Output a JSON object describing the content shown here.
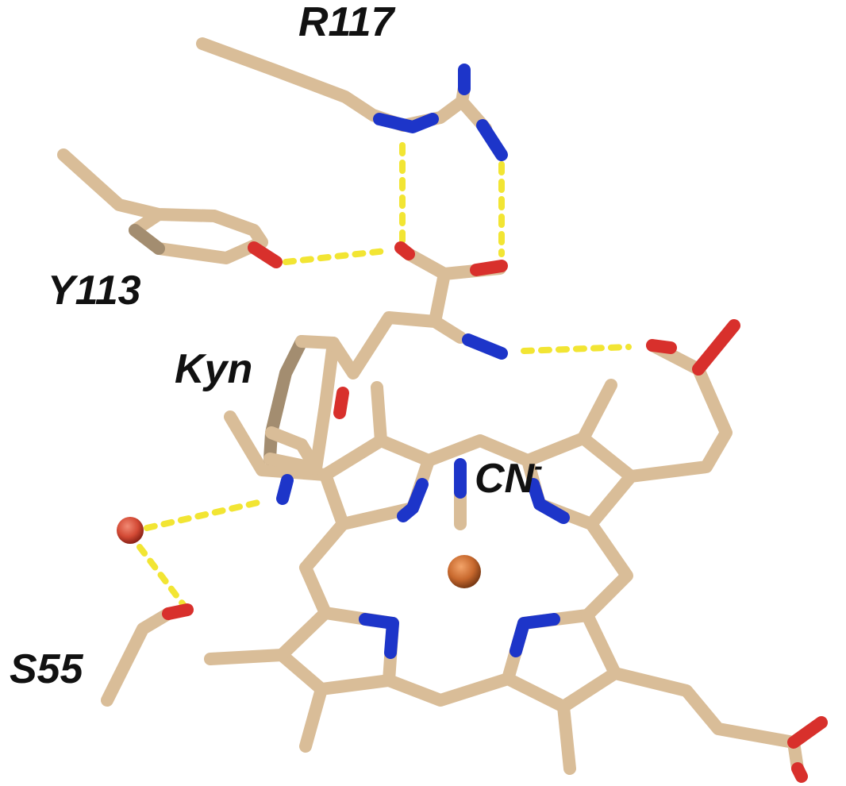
{
  "labels": {
    "r117": "R117",
    "y113": "Y113",
    "kyn": "Kyn",
    "cn": "CN",
    "cn_charge": "-",
    "s55": "S55"
  },
  "colors": {
    "carbon": "#d9bd98",
    "carbon_shade": "#a38d70",
    "nitrogen": "#1d35c9",
    "oxygen": "#d8302c",
    "hbond": "#f2e533",
    "iron": "#c8692e",
    "water": "#d34a35",
    "label": "#111111"
  }
}
